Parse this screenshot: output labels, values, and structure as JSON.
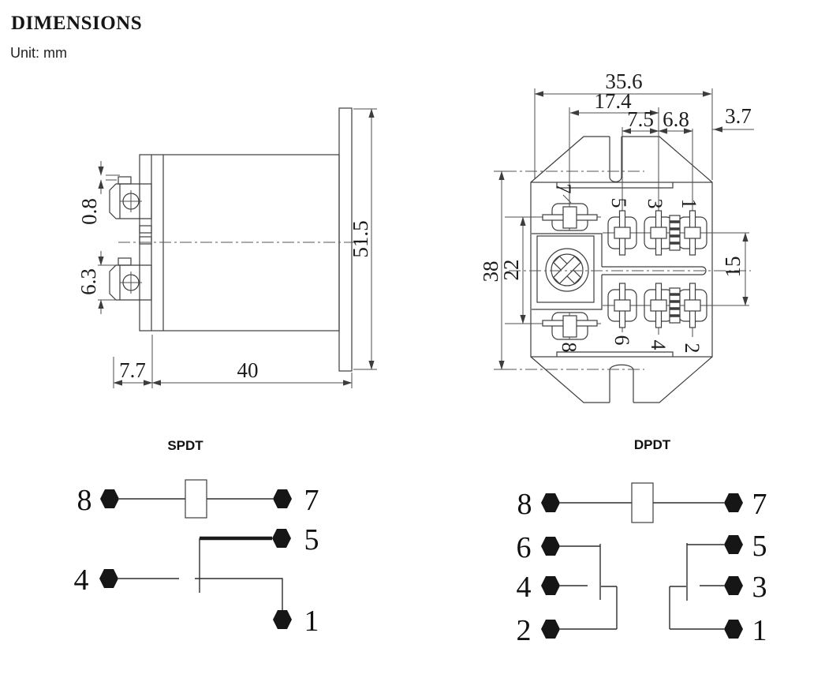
{
  "page": {
    "title": "DIMENSIONS",
    "unit": "Unit: mm"
  },
  "side_view": {
    "dims": {
      "tab_step": "0.8",
      "tab_width": "6.3",
      "front_depth": "7.7",
      "body_depth": "40",
      "bracket_height": "51.5"
    }
  },
  "bottom_view": {
    "dims": {
      "overall_width": "35.6",
      "coil_to_pin3": "17.4",
      "pin5_to_pin3": "7.5",
      "pin3_to_pin1": "6.8",
      "pin1_to_edge": "3.7",
      "slot_centers": "38",
      "coil_spacing": "22",
      "row_spacing": "15"
    },
    "pins": {
      "p7": "7",
      "p5": "5",
      "p3": "3",
      "p1": "1",
      "p8": "8",
      "p6": "6",
      "p4": "4",
      "p2": "2"
    }
  },
  "spdt": {
    "title": "SPDT",
    "pins": {
      "p8": "8",
      "p7": "7",
      "p5": "5",
      "p4": "4",
      "p1": "1"
    }
  },
  "dpdt": {
    "title": "DPDT",
    "pins": {
      "p8": "8",
      "p7": "7",
      "p6": "6",
      "p5": "5",
      "p4": "4",
      "p3": "3",
      "p2": "2",
      "p1": "1"
    }
  }
}
